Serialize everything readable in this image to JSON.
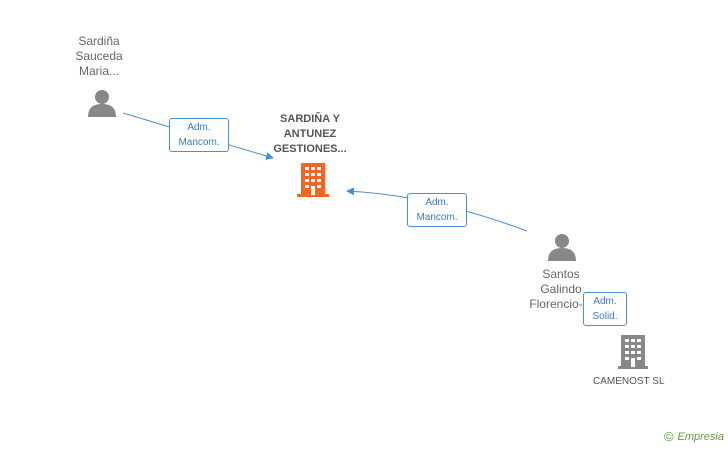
{
  "nodes": {
    "person_top": {
      "label": "Sardiña\nSauceda\nMaria..."
    },
    "company_main": {
      "label": "SARDIÑA Y\nANTUNEZ\nGESTIONES..."
    },
    "person_right": {
      "label": "Santos\nGalindo\nFlorencio-..."
    },
    "company_small": {
      "label": "CAMENOST SL"
    }
  },
  "edges": {
    "top_to_main": {
      "label": "Adm.\nMancom."
    },
    "right_to_main": {
      "label": "Adm.\nMancom."
    },
    "right_to_camenost": {
      "label": "Adm.\nSolid."
    }
  },
  "brand": {
    "copyright": "©",
    "name": "Empresia"
  },
  "colors": {
    "person": "#888888",
    "company_main": "#f26522",
    "company_other": "#888888",
    "edge": "#4a90d9"
  }
}
